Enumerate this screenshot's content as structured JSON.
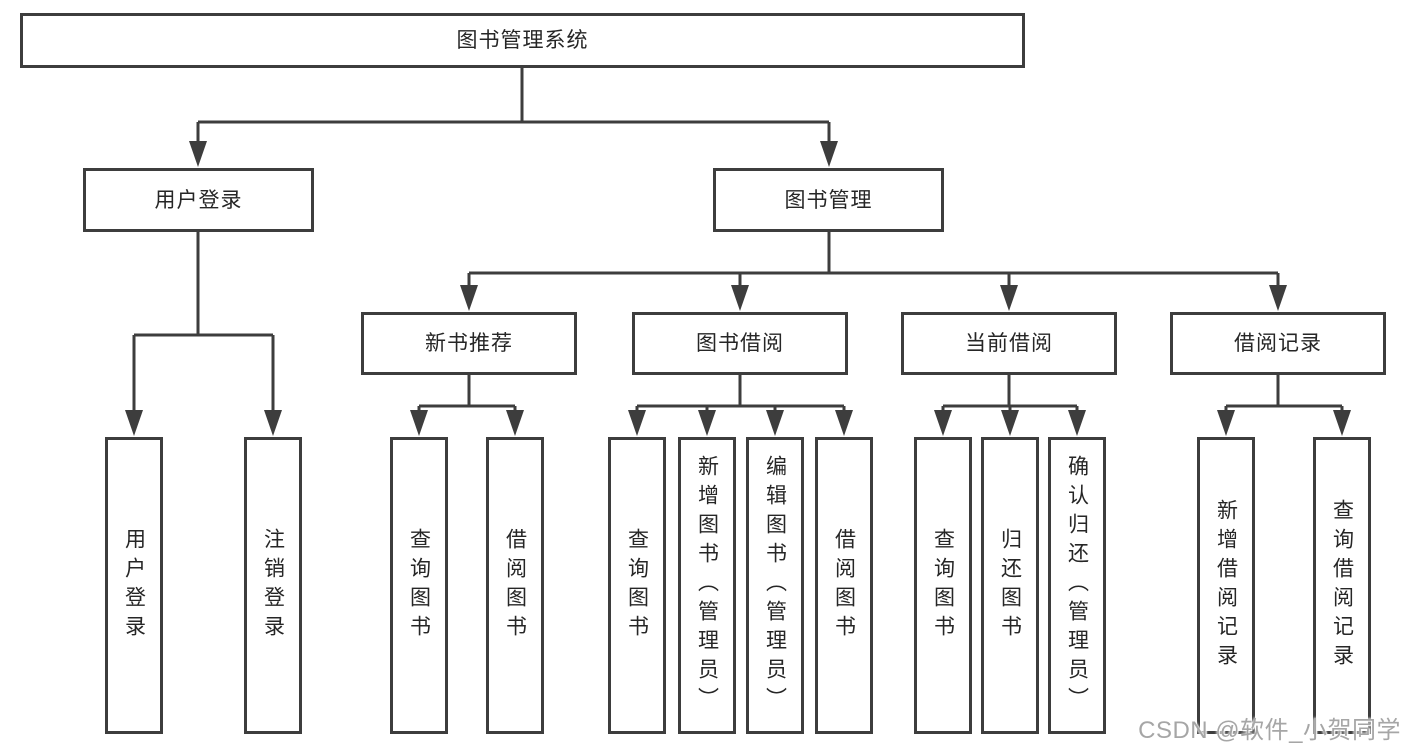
{
  "diagram": {
    "root": {
      "label": "图书管理系统"
    },
    "level2": [
      {
        "label": "用户登录"
      },
      {
        "label": "图书管理"
      }
    ],
    "level3": [
      {
        "label": "新书推荐"
      },
      {
        "label": "图书借阅"
      },
      {
        "label": "当前借阅"
      },
      {
        "label": "借阅记录"
      }
    ],
    "leaves": {
      "user_login": [
        "用户登录",
        "注销登录"
      ],
      "new_book": [
        "查询图书",
        "借阅图书"
      ],
      "book_borrow": [
        "查询图书",
        "新增图书（管理员）",
        "编辑图书（管理员）",
        "借阅图书"
      ],
      "current_borrow": [
        "查询图书",
        "归还图书",
        "确认归还（管理员）"
      ],
      "borrow_record": [
        "新增借阅记录",
        "查询借阅记录"
      ]
    }
  },
  "watermark": {
    "text": "CSDN @软件_小贺同学"
  },
  "colors": {
    "line": "#3d3d3d",
    "box_border": "#3d3d3d",
    "text": "#262626",
    "watermark": "#a6a6a6",
    "background": "#ffffff"
  }
}
